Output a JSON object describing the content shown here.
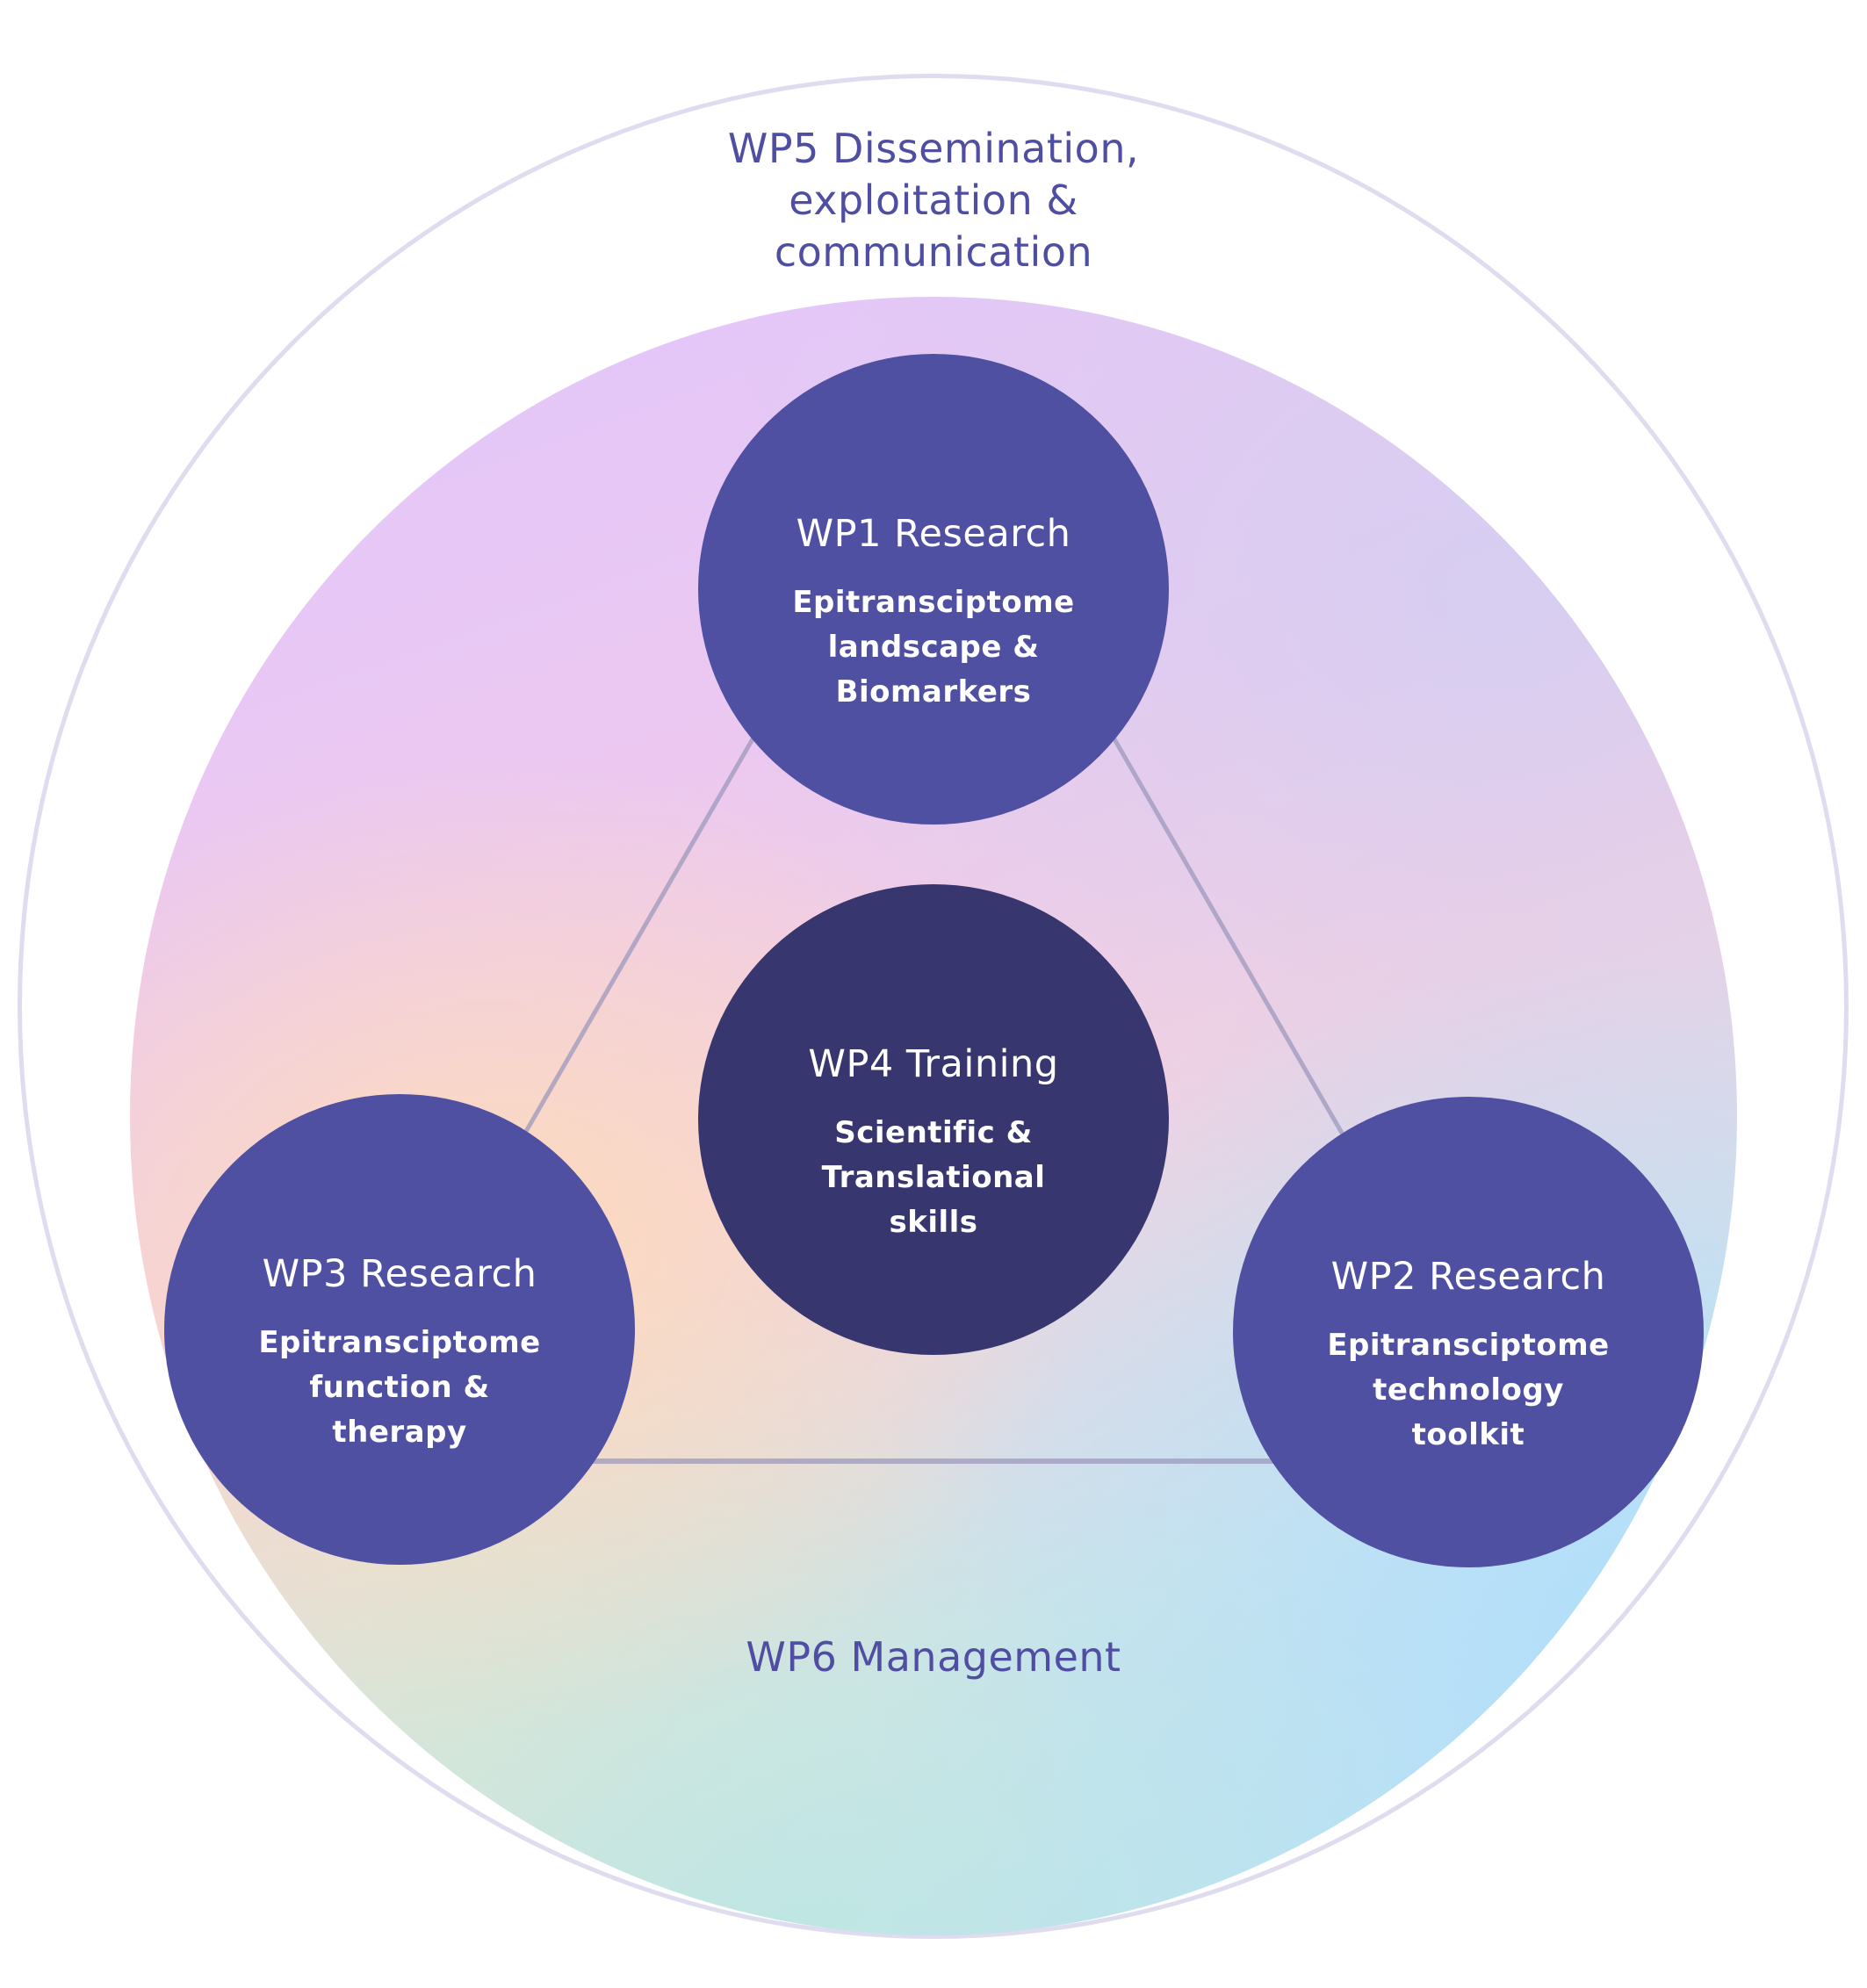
{
  "colors": {
    "research_circle": "#5050a2",
    "training_circle": "#38366f",
    "label_text": "#4f4ea3",
    "ring": "#dedcee",
    "connector": "#9c98bc"
  },
  "outer_ring": {
    "label_lines": [
      "WP5 Dissemination,",
      "exploitation &",
      "communication"
    ]
  },
  "inner_disc": {
    "label": "WP6 Management"
  },
  "work_packages": {
    "wp1": {
      "title": "WP1 Research",
      "lines": [
        "Epitransciptome",
        "landscape &",
        "Biomarkers"
      ]
    },
    "wp2": {
      "title": "WP2 Research",
      "lines": [
        "Epitransciptome",
        "technology",
        "toolkit"
      ]
    },
    "wp3": {
      "title": "WP3 Research",
      "lines": [
        "Epitransciptome",
        "function &",
        "therapy"
      ]
    },
    "wp4": {
      "title": "WP4 Training",
      "lines": [
        "Scientific &",
        "Translational",
        "skills"
      ]
    }
  }
}
